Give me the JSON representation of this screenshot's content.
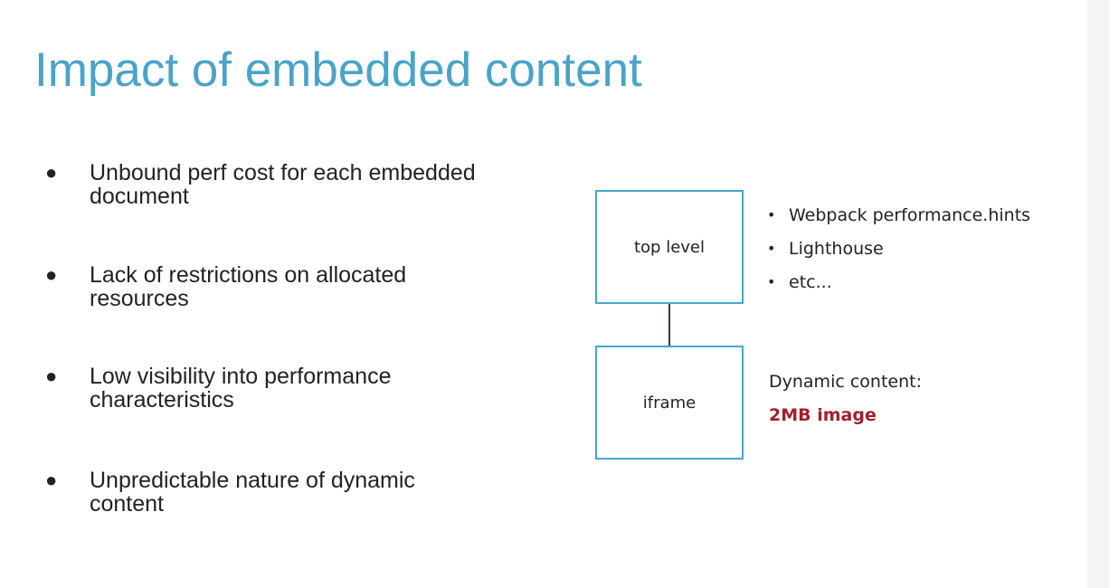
{
  "slide": {
    "title": "Impact of embedded content",
    "bullet_symbol": "●",
    "bullets": [
      {
        "label": "Unbound perf cost for each embedded document"
      },
      {
        "label": "Lack of restrictions on allocated resources"
      },
      {
        "label": "Low visibility into performance characteristics"
      },
      {
        "label": "Unpredictable nature of dynamic content"
      }
    ]
  },
  "diagram": {
    "top_box_label": "top level",
    "iframe_box_label": "iframe",
    "box_border_color": "#45a8c8",
    "tool_bullet_symbol": "•",
    "tools": [
      {
        "label": "Webpack performance.hints"
      },
      {
        "label": "Lighthouse"
      },
      {
        "label": "etc..."
      }
    ],
    "dynamic_label": "Dynamic content:",
    "dynamic_value": "2MB image",
    "dynamic_value_color": "#a01f2a"
  },
  "theme": {
    "title_color": "#4aa3c9"
  }
}
